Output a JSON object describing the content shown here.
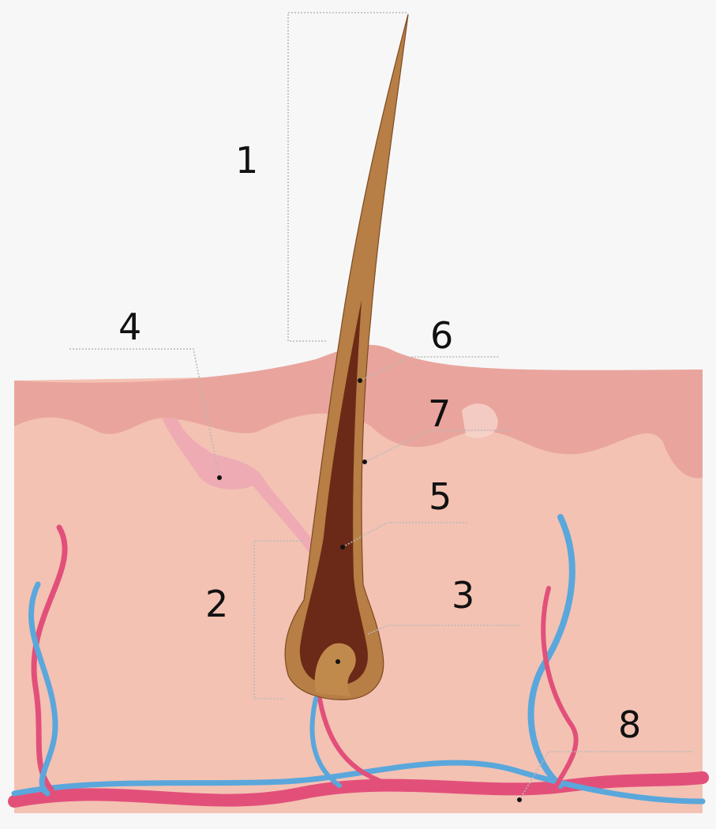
{
  "labels": {
    "one": "1",
    "two": "2",
    "three": "3",
    "four": "4",
    "five": "5",
    "six": "6",
    "seven": "7",
    "eight": "8"
  },
  "colors": {
    "background": "#f7f7f7",
    "dermis": "#f3c2b3",
    "epidermis": "#e9a59d",
    "gland": "#efabb4",
    "hair_outer": "#b77e45",
    "hair_inner": "#6b2a17",
    "papilla": "#c18a4d",
    "vessel_red": "#e2507a",
    "vessel_blue": "#5aa7dc"
  },
  "icons": [
    "hair-shaft",
    "hair-bulb",
    "dermal-papilla",
    "sebaceous-gland",
    "blood-vessels"
  ]
}
